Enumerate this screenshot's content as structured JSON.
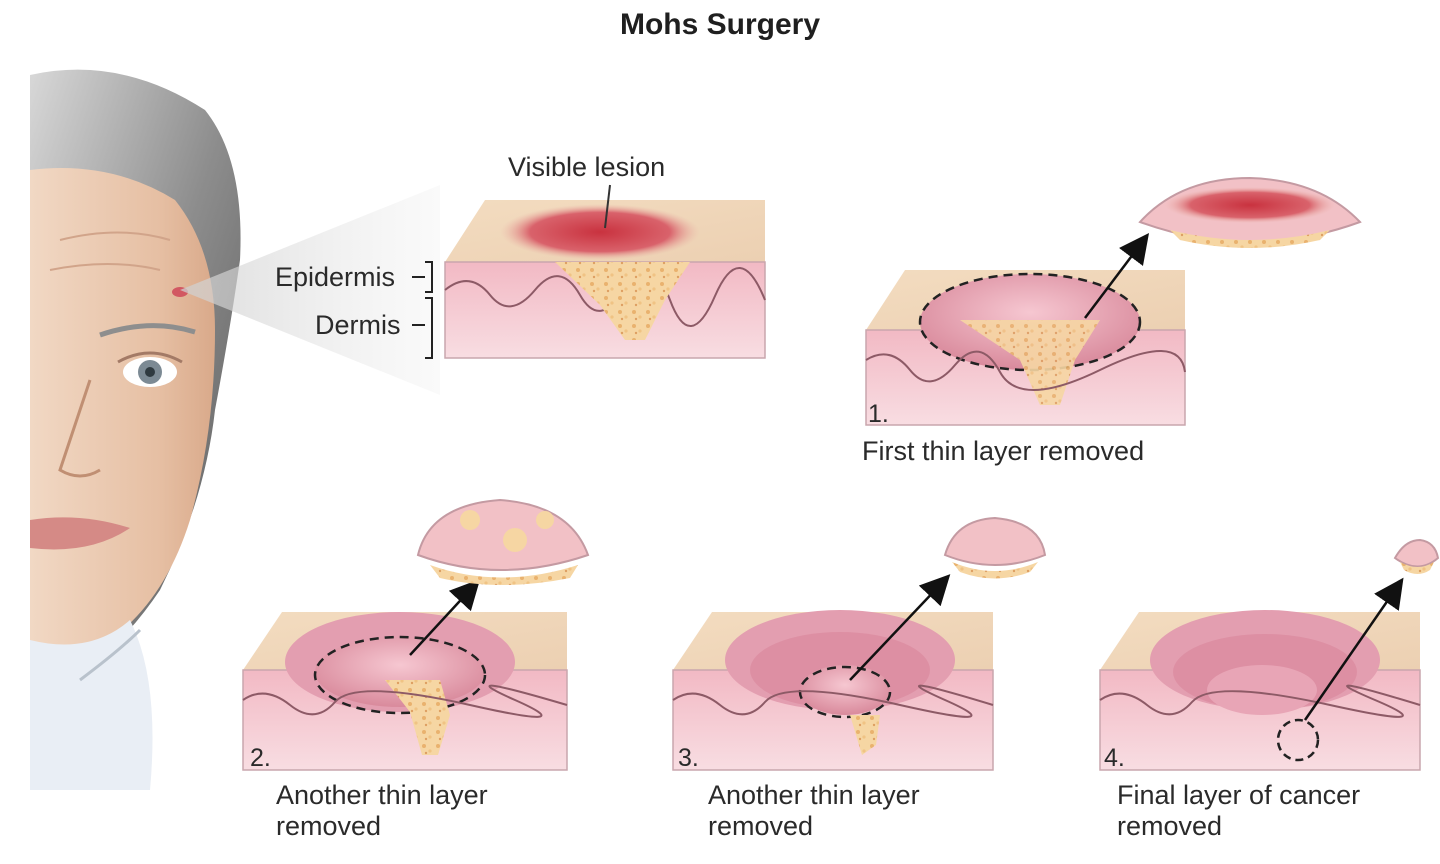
{
  "title": "Mohs Surgery",
  "labels": {
    "visible_lesion": "Visible lesion",
    "epidermis": "Epidermis",
    "dermis": "Dermis"
  },
  "steps": [
    {
      "number": "1.",
      "caption_line1": "First thin layer removed",
      "caption_line2": ""
    },
    {
      "number": "2.",
      "caption_line1": "Another thin layer",
      "caption_line2": "removed"
    },
    {
      "number": "3.",
      "caption_line1": "Another thin layer",
      "caption_line2": "removed"
    },
    {
      "number": "4.",
      "caption_line1": "Final layer of cancer",
      "caption_line2": "removed"
    }
  ]
}
